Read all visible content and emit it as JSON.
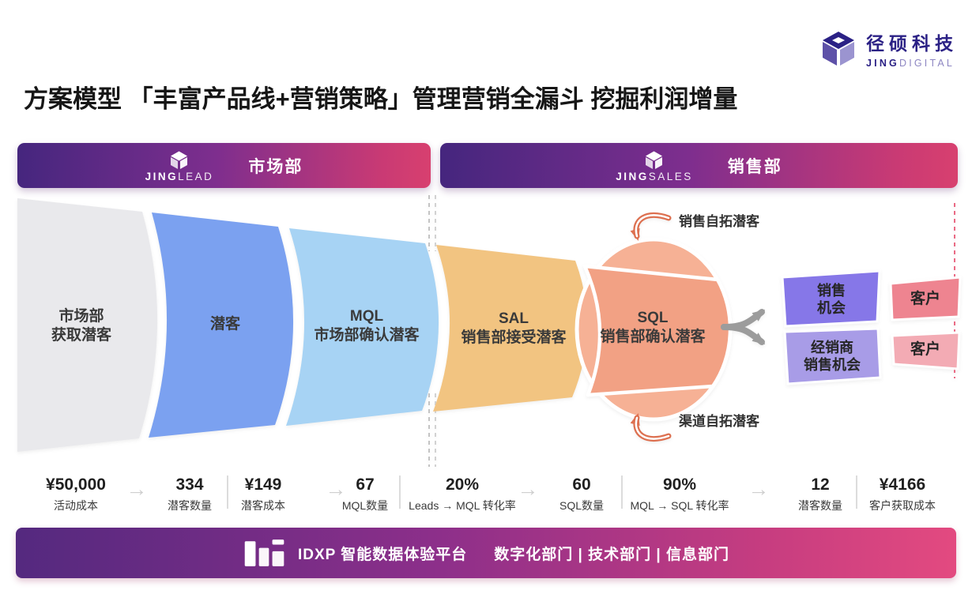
{
  "brand": {
    "name_cn": "径硕科技",
    "name_en_bold": "JING",
    "name_en_light": "DIGITAL"
  },
  "title": "方案模型 「丰富产品线+营销策略」管理营销全漏斗 挖掘利润增量",
  "department_bars": {
    "marketing": {
      "brand_bold": "JING",
      "brand_light": "LEAD",
      "label": "市场部"
    },
    "sales": {
      "brand_bold": "JING",
      "brand_light": "SALES",
      "label": "销售部"
    }
  },
  "funnel": {
    "stages": [
      {
        "line1": "市场部",
        "line2": "获取潜客",
        "color": "#e9e9ec"
      },
      {
        "line1": "潜客",
        "line2": "",
        "color": "#7ba1f0"
      },
      {
        "line1": "MQL",
        "line2": "市场部确认潜客",
        "color": "#a7d3f4"
      },
      {
        "line1": "SAL",
        "line2": "销售部接受潜客",
        "color": "#f2c481"
      },
      {
        "line1": "SQL",
        "line2": "销售部确认潜客",
        "color": "#f2a184"
      }
    ],
    "sql_circle_color": "#f6b195",
    "annotations": {
      "top": "销售自拓潜客",
      "bottom": "渠道自拓潜客"
    },
    "outcomes": {
      "opportunity": {
        "line1": "销售",
        "line2": "机会",
        "color": "#8677e8"
      },
      "customer1": {
        "label": "客户",
        "color": "#ee8490"
      },
      "dealer_opportunity": {
        "line1": "经销商",
        "line2": "销售机会",
        "color": "#a89ce7"
      },
      "customer2": {
        "label": "客户",
        "color": "#f3abb4"
      }
    }
  },
  "metrics": [
    {
      "value": "¥50,000",
      "label": "活动成本"
    },
    {
      "value": "334",
      "label": "潜客数量"
    },
    {
      "value": "¥149",
      "label": "潜客成本"
    },
    {
      "value": "67",
      "label": "MQL数量"
    },
    {
      "value": "20%",
      "label": "Leads → MQL 转化率"
    },
    {
      "value": "60",
      "label": "SQL数量"
    },
    {
      "value": "90%",
      "label": "MQL → SQL 转化率"
    },
    {
      "value": "12",
      "label": "潜客数量"
    },
    {
      "value": "¥4166",
      "label": "客户获取成本"
    }
  ],
  "icons": {
    "arrow_right": "→"
  },
  "footer": {
    "product": "IDXP 智能数据体验平台",
    "departments": "数字化部门 | 技术部门 | 信息部门"
  },
  "colors": {
    "bar_gradient_start": "#45267e",
    "bar_gradient_end": "#d8406f",
    "brand_purple": "#2b2185",
    "fork_arrow_gray": "#9c9c9c",
    "annotation_arrow_salmon": "#dd7050",
    "dashed_gray": "#c4c4c4",
    "dashed_pink": "#ea6a84"
  }
}
